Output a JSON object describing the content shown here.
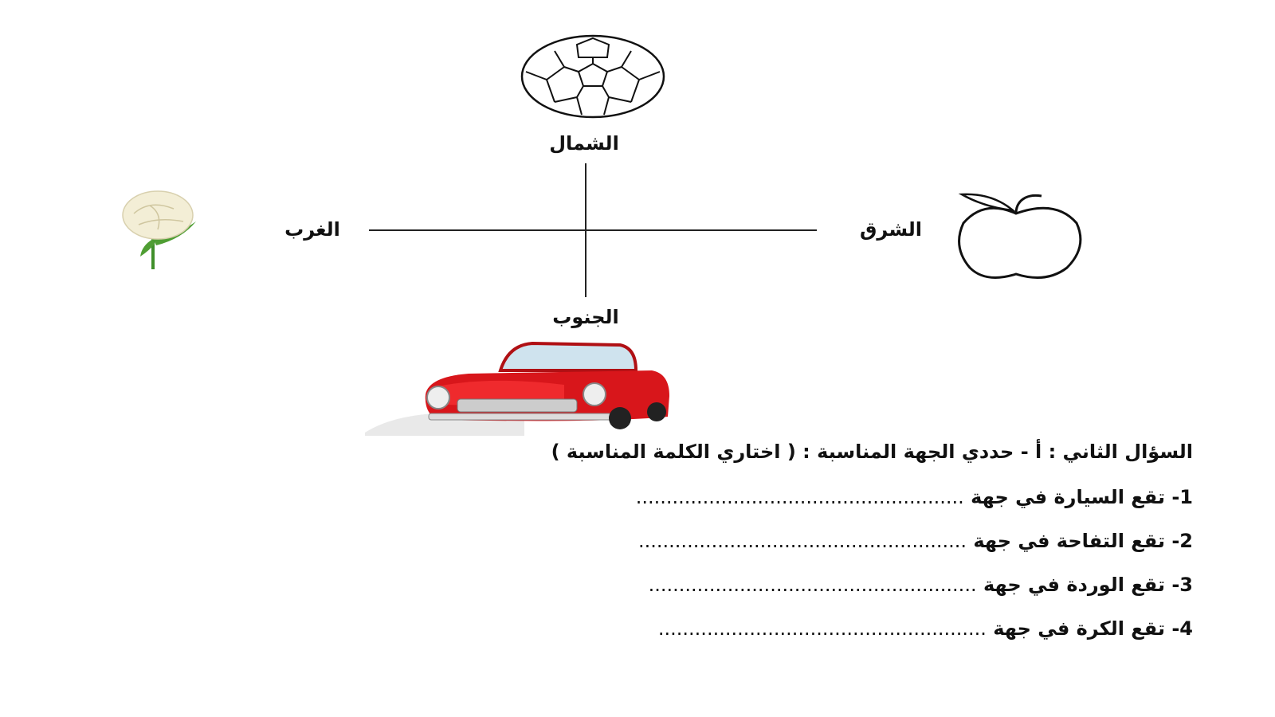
{
  "directions": {
    "north": "الشمال",
    "south": "الجنوب",
    "east": "الشرق",
    "west": "الغرب"
  },
  "question": {
    "header": "السؤال الثاني :  أ - حددي الجهة المناسبة  :  ( اختاري الكلمة المناسبة )",
    "items": [
      {
        "number": "1-",
        "text": "تقع السيارة في جهة",
        "blank": "......................................................"
      },
      {
        "number": "2-",
        "text": "تقع التفاحة في جهة",
        "blank": "......................................................"
      },
      {
        "number": "3-",
        "text": "تقع  الوردة  في جهة",
        "blank": "......................................................"
      },
      {
        "number": "4-",
        "text": "تقع الكرة في جهة",
        "blank": "......................................................"
      }
    ]
  },
  "colors": {
    "car": "#d8161b",
    "rose": "#f3eed6",
    "stem": "#3f8f2a"
  }
}
